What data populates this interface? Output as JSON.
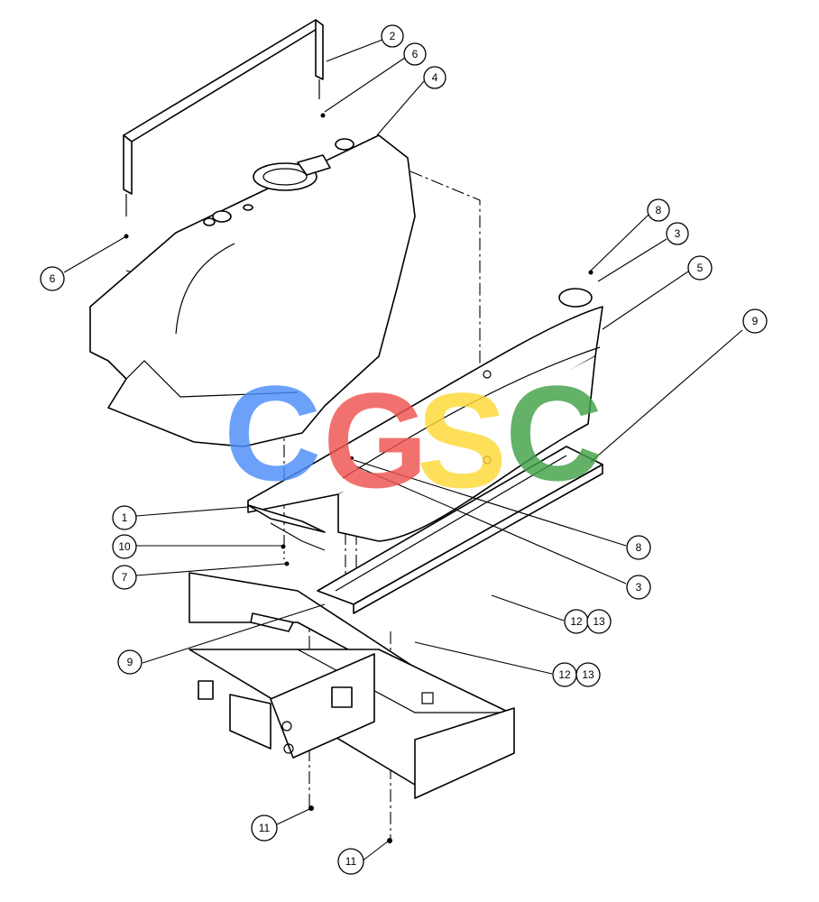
{
  "watermark": {
    "letters": [
      {
        "char": "C",
        "color": "#4b8df8"
      },
      {
        "char": "G",
        "color": "#ef5350"
      },
      {
        "char": "S",
        "color": "#fdd835"
      },
      {
        "char": "C",
        "color": "#43a047"
      }
    ]
  },
  "callouts": [
    {
      "id": "c2",
      "label": "2"
    },
    {
      "id": "c6a",
      "label": "6"
    },
    {
      "id": "c4",
      "label": "4"
    },
    {
      "id": "c6b",
      "label": "6"
    },
    {
      "id": "c8a",
      "label": "8"
    },
    {
      "id": "c3a",
      "label": "3"
    },
    {
      "id": "c5",
      "label": "5"
    },
    {
      "id": "c9a",
      "label": "9"
    },
    {
      "id": "c1",
      "label": "1"
    },
    {
      "id": "c10",
      "label": "10"
    },
    {
      "id": "c7",
      "label": "7"
    },
    {
      "id": "c8b",
      "label": "8"
    },
    {
      "id": "c3b",
      "label": "3"
    },
    {
      "id": "c12a",
      "label": "12"
    },
    {
      "id": "c13a",
      "label": "13"
    },
    {
      "id": "c9b",
      "label": "9"
    },
    {
      "id": "c12b",
      "label": "12"
    },
    {
      "id": "c13b",
      "label": "13"
    },
    {
      "id": "c11a",
      "label": "11"
    },
    {
      "id": "c11b",
      "label": "11"
    }
  ]
}
